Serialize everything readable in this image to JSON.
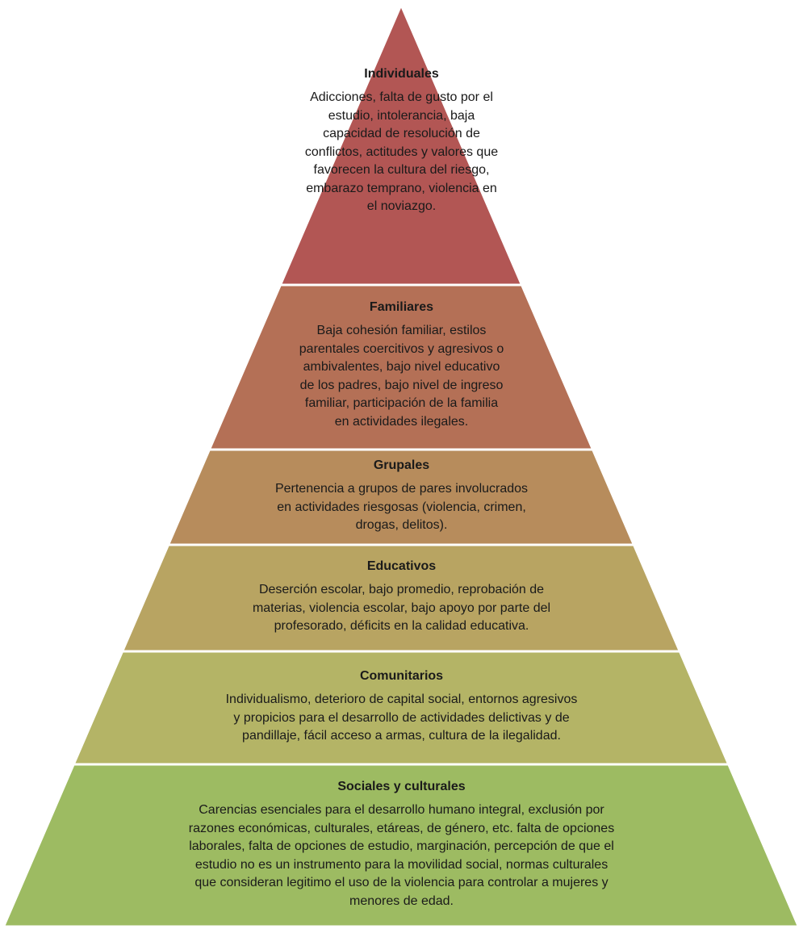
{
  "levels": [
    {
      "title": "Individuales",
      "lines": [
        "Adicciones, falta de gusto por el",
        "estudio, intolerancia, baja",
        "capacidad de resolución de",
        "conflictos, actitudes y valores que",
        "favorecen la cultura del riesgo,",
        "embarazo temprano, violencia en",
        "el noviazgo."
      ],
      "color": "#b25654"
    },
    {
      "title": "Familiares",
      "lines": [
        "Baja cohesión familiar, estilos",
        "parentales coercitivos y agresivos o",
        "ambivalentes, bajo nivel educativo",
        "de los padres, bajo nivel de ingreso",
        "familiar, participación de la familia",
        "en actividades ilegales."
      ],
      "color": "#b47056"
    },
    {
      "title": "Grupales",
      "lines": [
        "Pertenencia a grupos de pares involucrados",
        "en actividades riesgosas (violencia, crimen,",
        "drogas, delitos)."
      ],
      "color": "#b78c5c"
    },
    {
      "title": "Educativos",
      "lines": [
        "Deserción escolar, bajo promedio, reprobación de",
        "materias, violencia escolar, bajo apoyo por parte del",
        "profesorado, déficits en la calidad educativa."
      ],
      "color": "#b8a462"
    },
    {
      "title": "Comunitarios",
      "lines": [
        "Individualismo, deterioro de capital social, entornos agresivos",
        "y propicios para el desarrollo de actividades delictivas y de",
        "pandillaje, fácil acceso a armas, cultura de la ilegalidad."
      ],
      "color": "#b4b466"
    },
    {
      "title": "Sociales y culturales",
      "lines": [
        "Carencias esenciales para el desarrollo humano integral, exclusión por",
        "razones económicas, culturales, etáreas, de género, etc. falta de opciones",
        "laborales,  falta de opciones de estudio, marginación, percepción de que el",
        "estudio no es un instrumento para la movilidad social, normas culturales",
        "que consideran legitimo el uso de la violencia para controlar a mujeres y",
        "menores de edad."
      ],
      "color": "#9dbb62"
    }
  ]
}
